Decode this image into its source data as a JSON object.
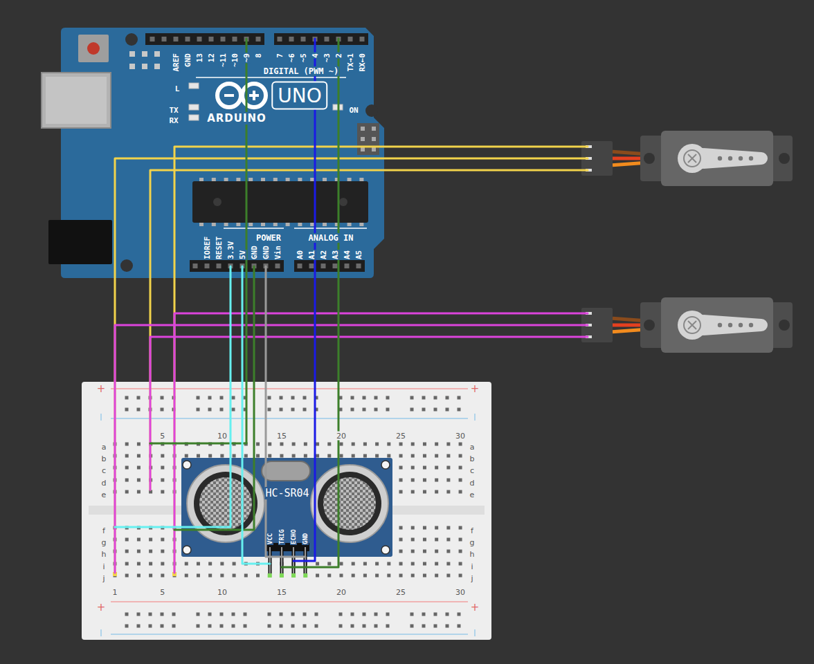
{
  "diagram": {
    "nodes": [
      {
        "text": [
          "AREF",
          "GND",
          "13",
          "12",
          "~11",
          "~10",
          "~9",
          "8",
          "7",
          "~6",
          "~5",
          "4",
          "~3",
          "2",
          "TX→1",
          "RX←0",
          "DIGITAL (PWM ~)",
          "L",
          "TX",
          "RX",
          "ARDUINO",
          "UNO",
          "ON",
          "IOREF",
          "RESET",
          "3.3V",
          "5V",
          "GND",
          "GND",
          "Vin",
          "POWER",
          "ANALOG IN",
          "A0",
          "A1",
          "A2",
          "A3",
          "A4",
          "A5"
        ]
      },
      {
        "text": [
          "+",
          "+",
          "5",
          "10",
          "15",
          "20",
          "25",
          "30",
          "a",
          "a",
          "b",
          "b",
          "c",
          "c",
          "d",
          "d",
          "e",
          "e",
          "f",
          "f",
          "g",
          "g",
          "h",
          "h",
          "i",
          "i",
          "j",
          "j",
          "1",
          "5",
          "10",
          "15",
          "20",
          "25",
          "30",
          "+",
          "+"
        ]
      },
      {
        "text": [
          "HC-SR04",
          "VCC",
          "TRIG",
          "ECHO",
          "GND"
        ],
        "in": 1
      }
    ]
  }
}
